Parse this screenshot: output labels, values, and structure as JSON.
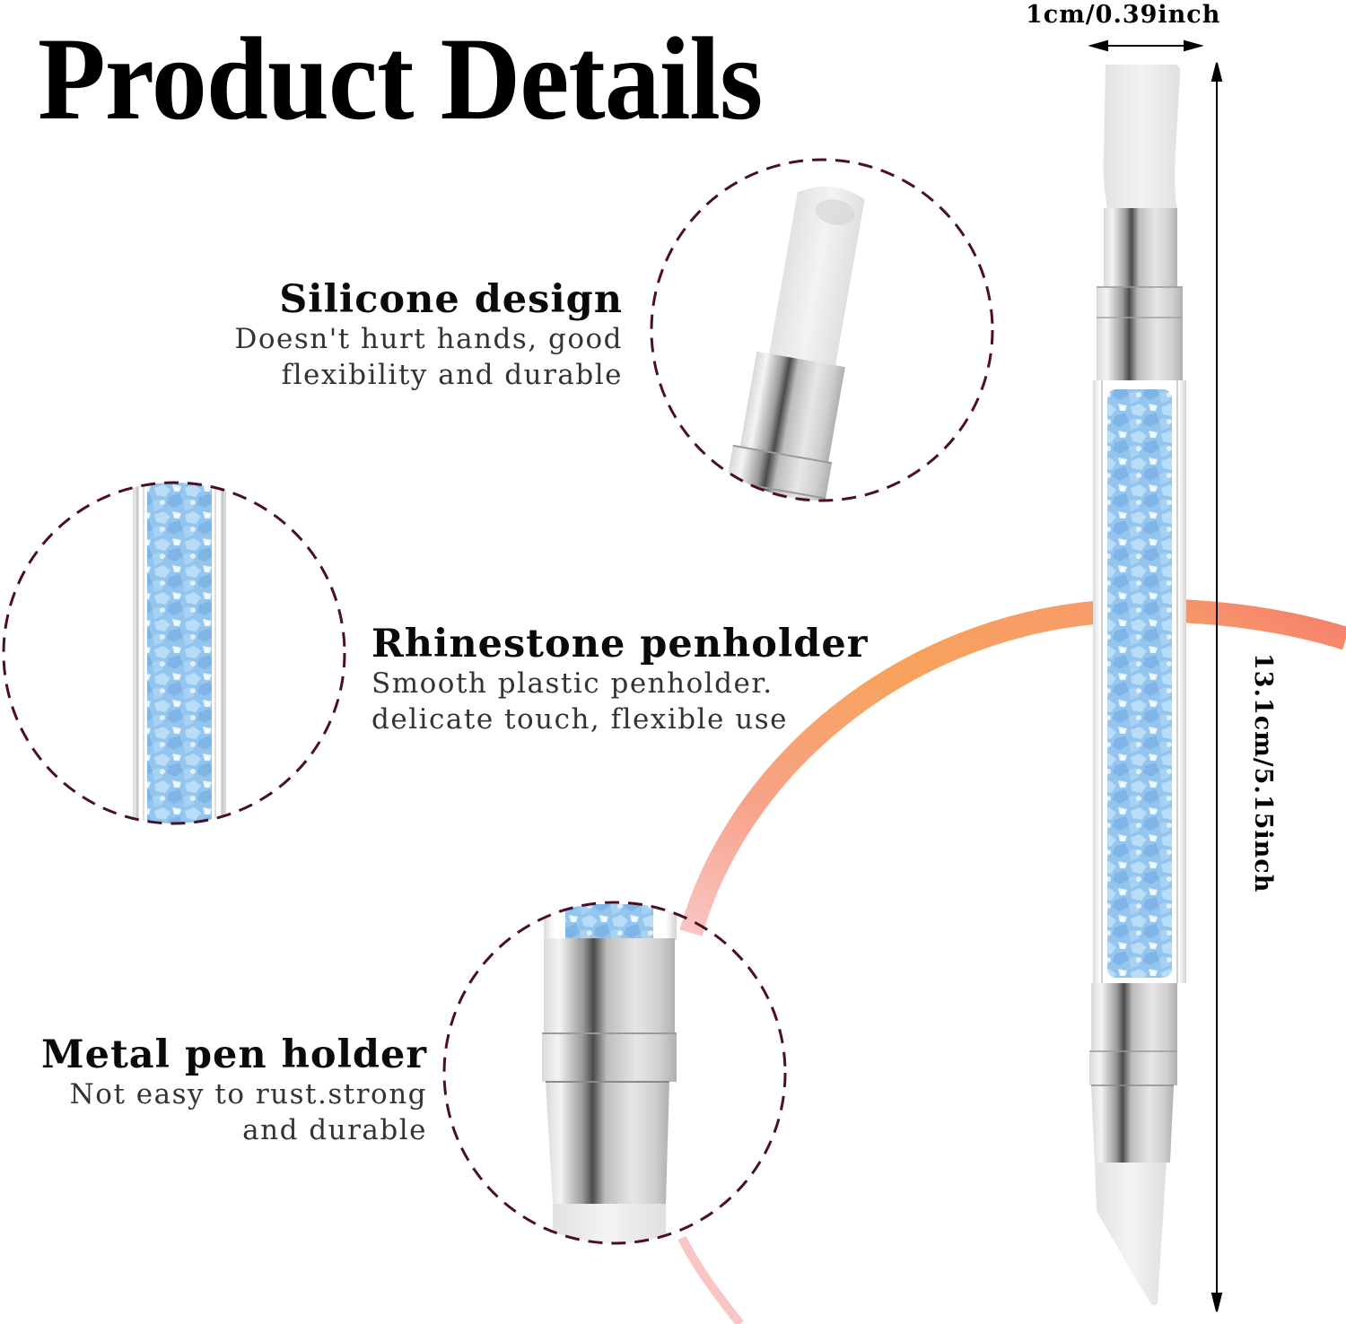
{
  "page": {
    "title": "Product Details"
  },
  "features": [
    {
      "id": "silicone",
      "title": "Silicone design",
      "desc_lines": [
        "Doesn't hurt hands, good",
        "flexibility and durable"
      ]
    },
    {
      "id": "rhinestone",
      "title": "Rhinestone penholder",
      "desc_lines": [
        "Smooth plastic penholder.",
        "delicate touch, flexible use"
      ]
    },
    {
      "id": "metal",
      "title": "Metal pen holder",
      "desc_lines": [
        "Not easy to rust.strong",
        "and durable"
      ]
    }
  ],
  "dimensions": {
    "width_label": "1cm/0.39inch",
    "length_label": "13.1cm/5.15inch"
  },
  "colors": {
    "circle_dash": "#4a0f24",
    "arc_orange": "#f7a35c",
    "arc_pink": "#f59a8f",
    "rhinestone_blue": "#8cc3ef",
    "silicone_white": "#ececec",
    "metal_silver": "#c8c8c8"
  }
}
